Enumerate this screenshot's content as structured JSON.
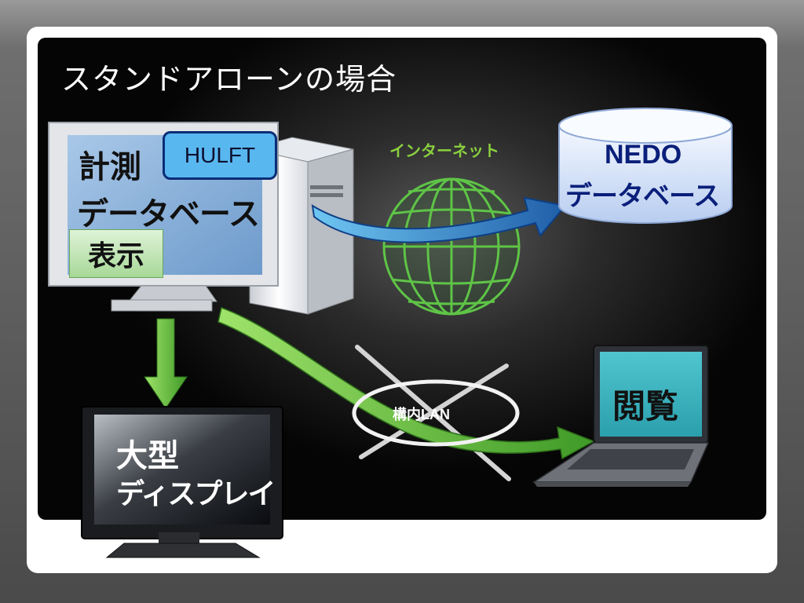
{
  "slide": {
    "title": "スタンドアローンの場合"
  },
  "pc": {
    "line1": "計測",
    "line2": "データベース",
    "hulft": "HULFT",
    "display": "表示"
  },
  "internet": {
    "label": "インターネット"
  },
  "nedo": {
    "line1": "NEDO",
    "line2": "データベース"
  },
  "lan": {
    "label": "構内LAN"
  },
  "laptop": {
    "label": "閲覧"
  },
  "tv": {
    "line1": "大型",
    "line2": "ディスプレイ"
  },
  "colors": {
    "arrow_green": "#5cb32e",
    "arrow_blue": "#2a7fc4",
    "globe_green": "#5fc447",
    "db_blue": "#dbe8fb",
    "hulft_blue": "#59b7ef"
  }
}
